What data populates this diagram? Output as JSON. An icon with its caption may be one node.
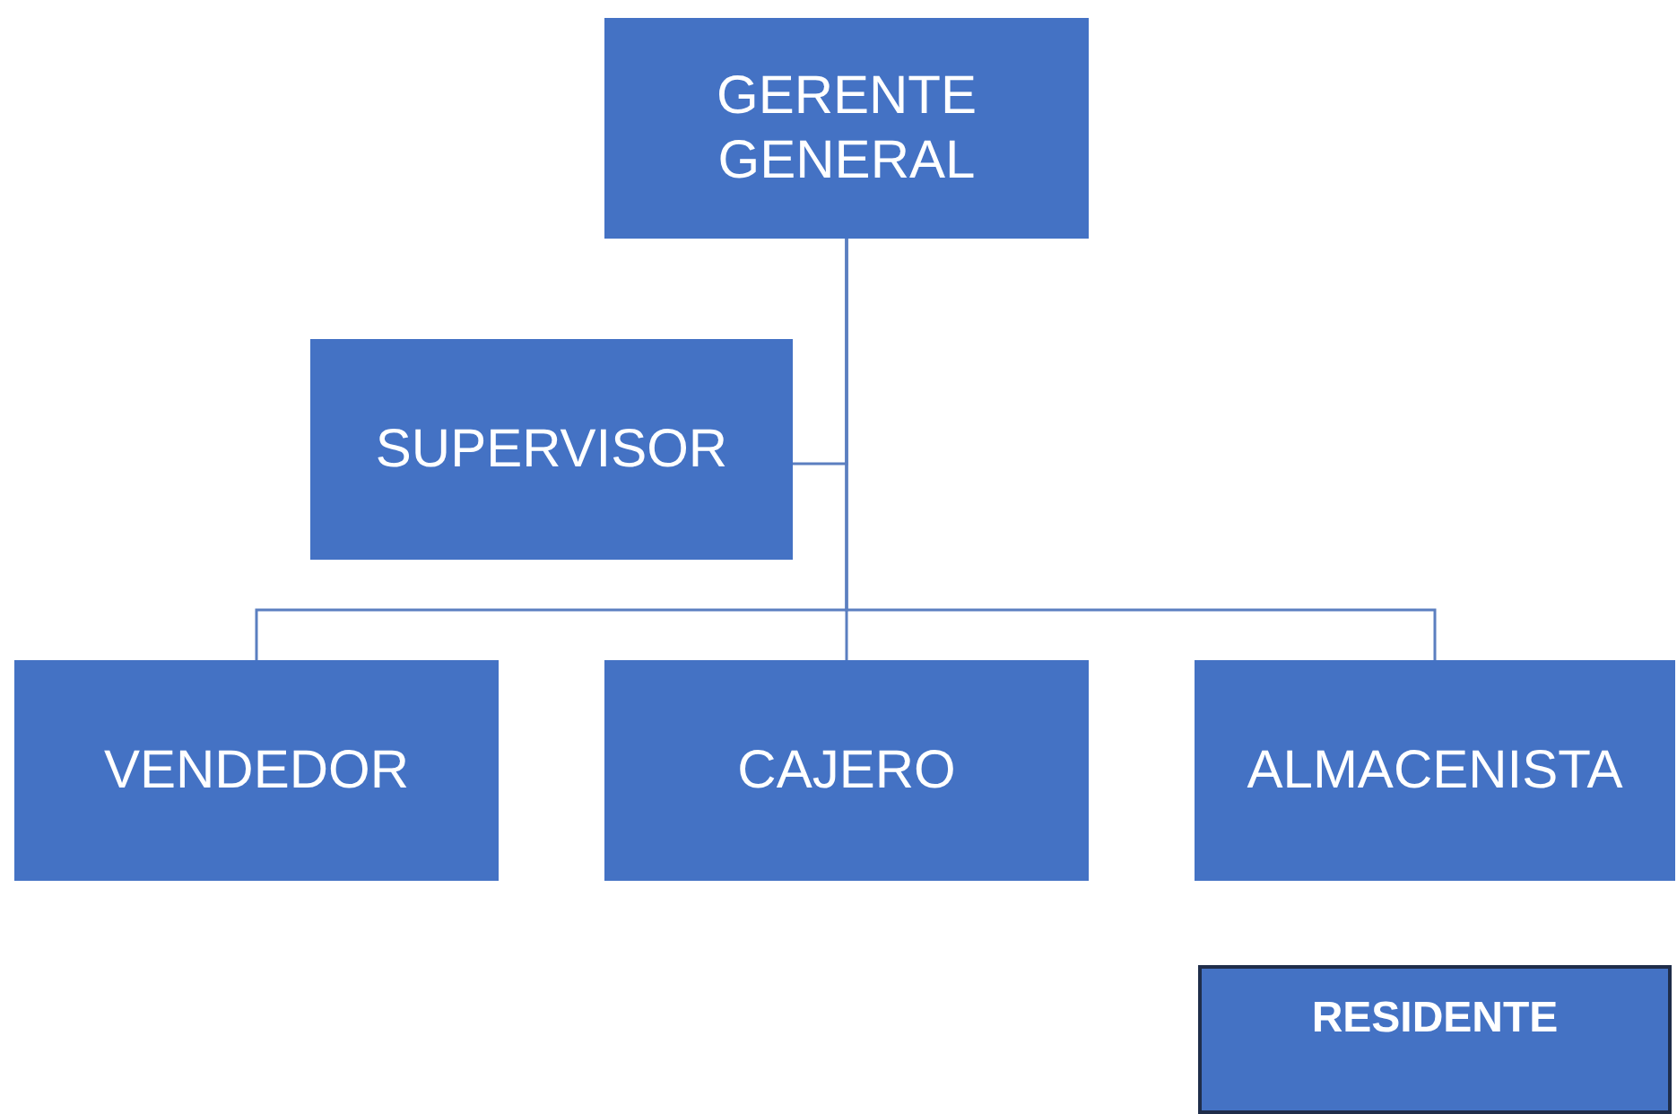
{
  "diagram": {
    "nodes": [
      {
        "text": [
          "GERENTE GENERAL"
        ]
      },
      {
        "text": [
          "SUPERVISOR"
        ]
      },
      {
        "text": [
          "VENDEDOR"
        ]
      },
      {
        "text": [
          "CAJERO"
        ]
      },
      {
        "text": [
          "ALMACENISTA"
        ]
      },
      {
        "text": [
          "RESIDENTE"
        ]
      }
    ],
    "edges": [
      {
        "from": 0,
        "to": 1,
        "arrow": "none"
      },
      {
        "from": 0,
        "to": 2,
        "arrow": "none"
      },
      {
        "from": 0,
        "to": 3,
        "arrow": "none"
      },
      {
        "from": 0,
        "to": 4,
        "arrow": "none"
      }
    ]
  }
}
